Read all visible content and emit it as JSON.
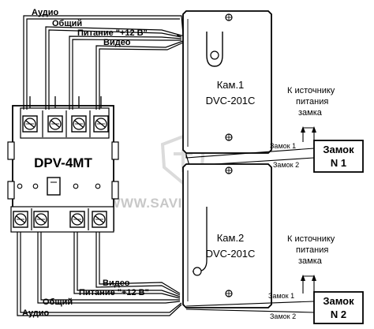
{
  "wires_top": {
    "audio": "Аудио",
    "common": "Общий",
    "power": "Питание \"+12 В\"",
    "video": "Видео"
  },
  "wires_bottom": {
    "audio": "Аудио",
    "common": "Общий",
    "power": "Питание \"+12 В\"",
    "video": "Видео"
  },
  "monitor": {
    "model": "DPV-4MT"
  },
  "camera1": {
    "name": "Кам.1",
    "model": "DVC-201C"
  },
  "camera2": {
    "name": "Кам.2",
    "model": "DVC-201C"
  },
  "lock1": {
    "title": "Замок",
    "number": "N 1",
    "power_source_line1": "К источнику",
    "power_source_line2": "питания",
    "power_source_line3": "замка",
    "wire1": "Замок 1",
    "wire2": "Замок 2"
  },
  "lock2": {
    "title": "Замок",
    "number": "N 2",
    "power_source_line1": "К источнику",
    "power_source_line2": "питания",
    "power_source_line3": "замка",
    "wire1": "Замок 1",
    "wire2": "Замок 2"
  },
  "watermark": "WWW.SAVITEC.COM.UA",
  "colors": {
    "ink": "#000000",
    "watermark": "#c8c8c8"
  }
}
